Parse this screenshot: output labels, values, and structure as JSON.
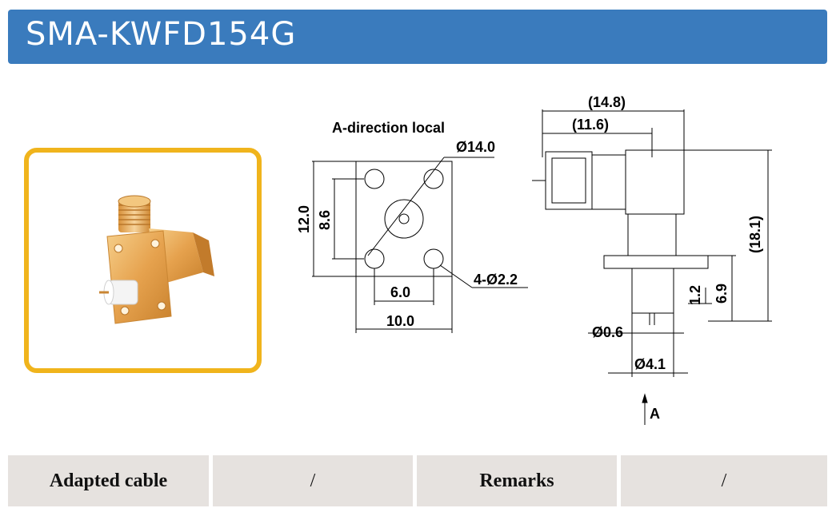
{
  "header": {
    "title": "SMA-KWFD154G"
  },
  "drawing": {
    "view_label": "A-direction local",
    "dims": {
      "d14": "Ø14.0",
      "h12": "12.0",
      "h86": "8.6",
      "holes": "4-Ø2.2",
      "w6": "6.0",
      "w10": "10.0",
      "l148": "(14.8)",
      "l116": "(11.6)",
      "h181": "(18.1)",
      "h69": "6.9",
      "h12b": "1.2",
      "d06": "Ø0.6",
      "d41": "Ø4.1",
      "arrow_a": "A"
    }
  },
  "table": {
    "cells": [
      "Adapted cable",
      "/",
      "Remarks",
      "/"
    ]
  }
}
